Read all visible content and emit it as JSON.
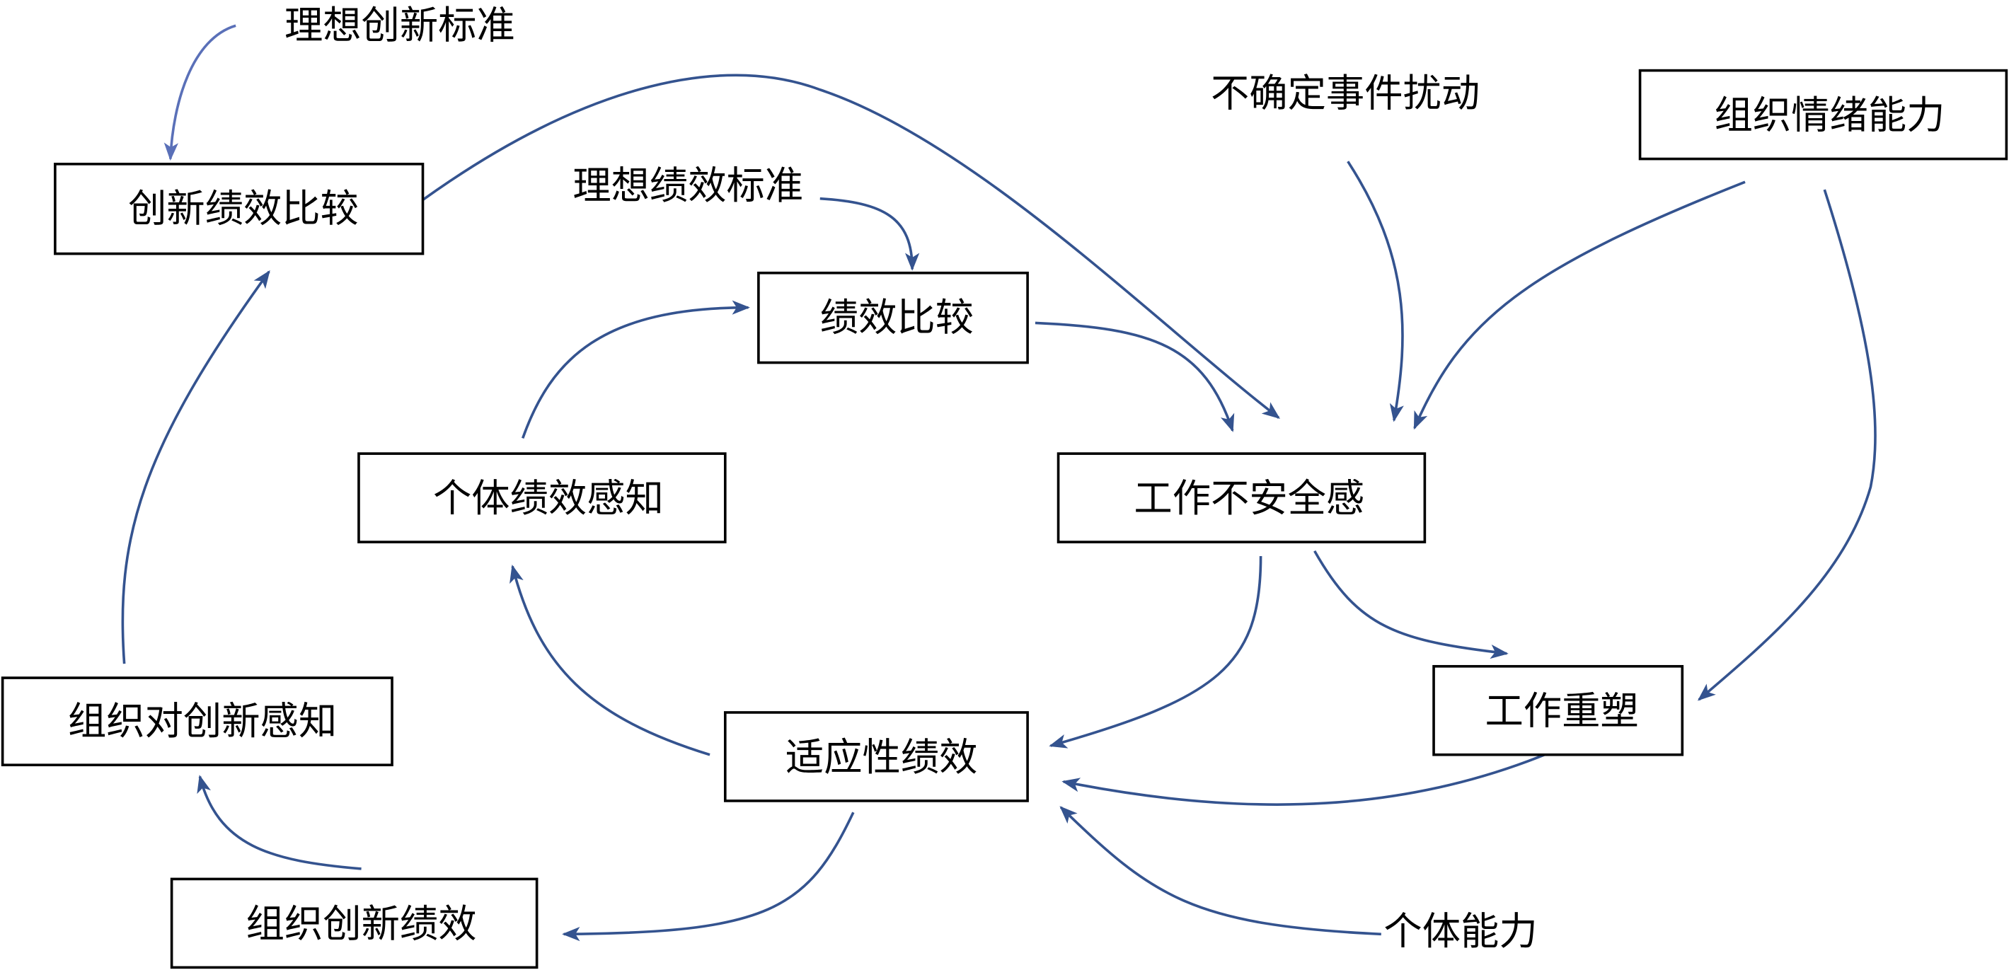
{
  "diagram": {
    "type": "causal-loop",
    "colors": {
      "arrow": "#34538f",
      "arrow_light": "#5a70b8",
      "box_border": "#000000",
      "text": "#000000",
      "background": "#ffffff"
    },
    "nodes": [
      {
        "id": "innovation_compare",
        "label": "创新绩效比较",
        "boxed": true
      },
      {
        "id": "performance_compare",
        "label": "绩效比较",
        "boxed": true
      },
      {
        "id": "org_emotion_ability",
        "label": "组织情绪能力",
        "boxed": true
      },
      {
        "id": "individual_perf_perception",
        "label": "个体绩效感知",
        "boxed": true
      },
      {
        "id": "job_insecurity",
        "label": "工作不安全感",
        "boxed": true
      },
      {
        "id": "org_innovation_perception",
        "label": "组织对创新感知",
        "boxed": true
      },
      {
        "id": "adaptive_performance",
        "label": "适应性绩效",
        "boxed": true
      },
      {
        "id": "job_crafting",
        "label": "工作重塑",
        "boxed": true
      },
      {
        "id": "org_innovation_performance",
        "label": "组织创新绩效",
        "boxed": true
      },
      {
        "id": "ideal_innovation_standard",
        "label": "理想创新标准",
        "boxed": false
      },
      {
        "id": "ideal_performance_standard",
        "label": "理想绩效标准",
        "boxed": false
      },
      {
        "id": "uncertain_event_disturbance",
        "label": "不确定事件扰动",
        "boxed": false
      },
      {
        "id": "individual_ability",
        "label": "个体能力",
        "boxed": false
      }
    ],
    "edges": [
      {
        "from": "ideal_innovation_standard",
        "to": "innovation_compare"
      },
      {
        "from": "innovation_compare",
        "to": "job_insecurity"
      },
      {
        "from": "ideal_performance_standard",
        "to": "performance_compare"
      },
      {
        "from": "performance_compare",
        "to": "job_insecurity"
      },
      {
        "from": "uncertain_event_disturbance",
        "to": "job_insecurity"
      },
      {
        "from": "org_emotion_ability",
        "to": "job_insecurity"
      },
      {
        "from": "org_emotion_ability",
        "to": "job_crafting"
      },
      {
        "from": "individual_perf_perception",
        "to": "performance_compare"
      },
      {
        "from": "job_insecurity",
        "to": "adaptive_performance"
      },
      {
        "from": "job_insecurity",
        "to": "job_crafting"
      },
      {
        "from": "job_crafting",
        "to": "adaptive_performance"
      },
      {
        "from": "individual_ability",
        "to": "adaptive_performance"
      },
      {
        "from": "adaptive_performance",
        "to": "individual_perf_perception"
      },
      {
        "from": "adaptive_performance",
        "to": "org_innovation_performance"
      },
      {
        "from": "org_innovation_performance",
        "to": "org_innovation_perception"
      },
      {
        "from": "org_innovation_perception",
        "to": "innovation_compare"
      }
    ]
  }
}
